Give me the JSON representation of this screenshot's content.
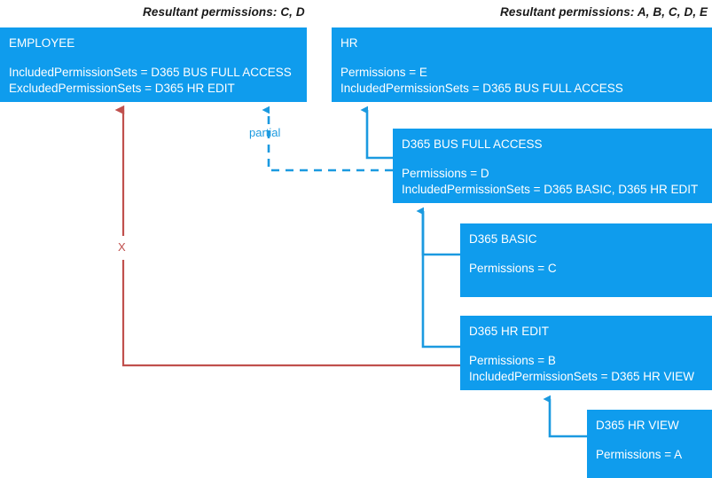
{
  "diagram": {
    "title_left": "Resultant permissions: C, D",
    "title_right": "Resultant permissions: A, B, C, D, E",
    "colors": {
      "node_fill": "#0f9ced",
      "node_text": "#ffffff",
      "blue_connector": "#1b9ae0",
      "red_connector": "#c0504d",
      "caption_text": "#1a1a1a"
    },
    "nodes": [
      {
        "id": "employee",
        "title": "EMPLOYEE",
        "lines": [
          "IncludedPermissionSets = D365 BUS FULL ACCESS",
          "ExcludedPermissionSets = D365 HR EDIT"
        ]
      },
      {
        "id": "hr",
        "title": "HR",
        "lines": [
          "Permissions = E",
          "IncludedPermissionSets = D365 BUS FULL ACCESS"
        ]
      },
      {
        "id": "bus-full-access",
        "title": "D365 BUS FULL ACCESS",
        "lines": [
          "Permissions = D",
          "IncludedPermissionSets = D365 BASIC, D365 HR EDIT"
        ]
      },
      {
        "id": "basic",
        "title": "D365 BASIC",
        "lines": [
          "Permissions = C"
        ]
      },
      {
        "id": "hr-edit",
        "title": "D365 HR EDIT",
        "lines": [
          "Permissions = B",
          "IncludedPermissionSets = D365 HR VIEW"
        ]
      },
      {
        "id": "hr-view",
        "title": "D365 HR VIEW",
        "lines": [
          "Permissions = A"
        ]
      }
    ],
    "edge_labels": {
      "partial": "partial",
      "excluded": "X"
    }
  }
}
